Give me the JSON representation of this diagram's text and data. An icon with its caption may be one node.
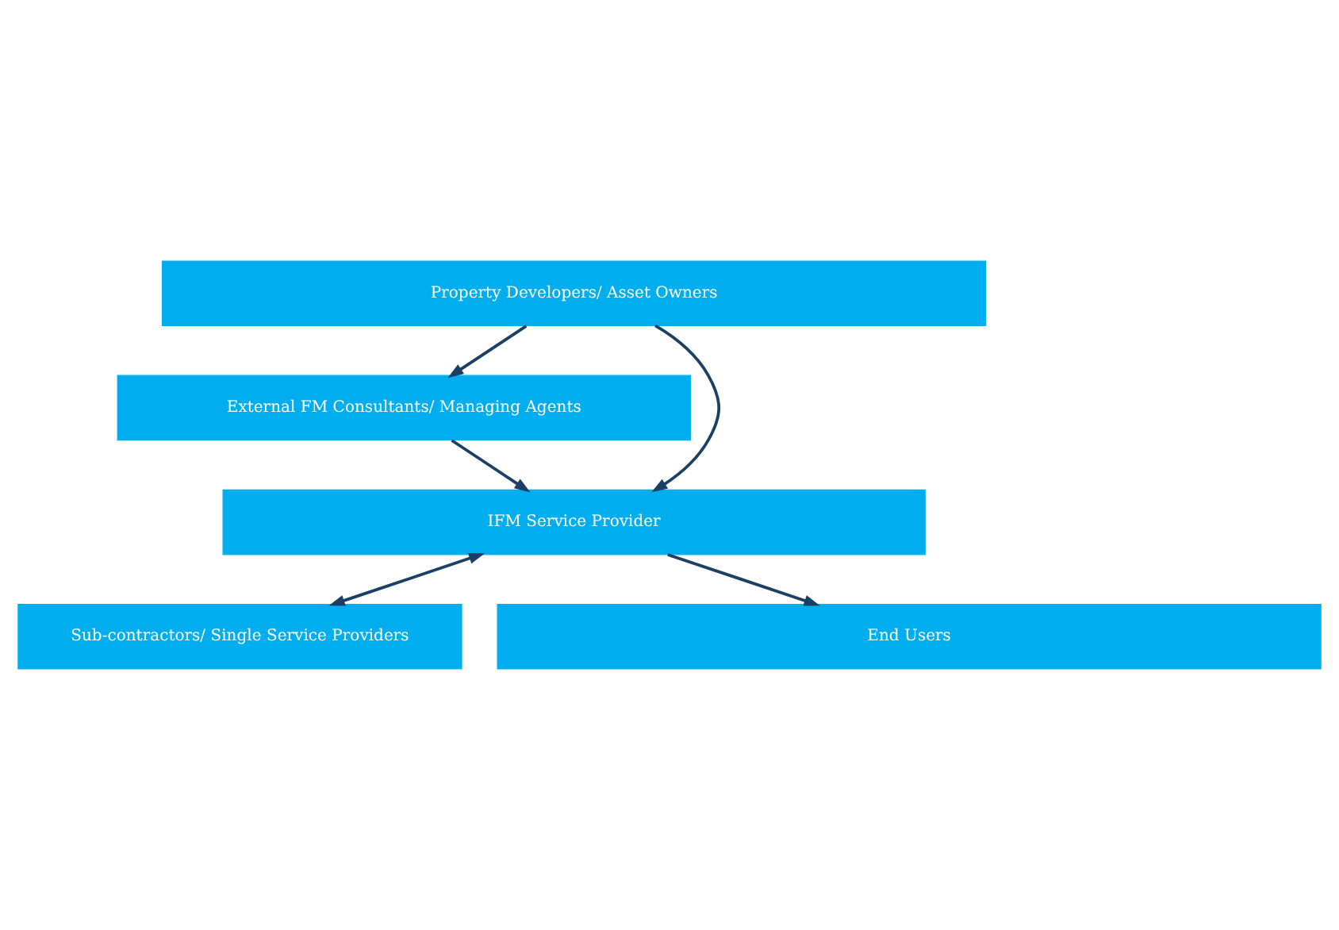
{
  "diagram": {
    "nodes": [
      {
        "text": [
          "Property Developers/ Asset Owners"
        ]
      },
      {
        "text": [
          "External FM Consultants/ Managing Agents"
        ]
      },
      {
        "text": [
          "IFM Service Provider"
        ]
      },
      {
        "text": [
          "Sub-contractors/ Single Service Providers"
        ]
      },
      {
        "text": [
          "End Users"
        ]
      }
    ],
    "edges": [
      {
        "from": 0,
        "to": 1,
        "arrow": "to"
      },
      {
        "from": 1,
        "to": 2,
        "arrow": "to"
      },
      {
        "from": 0,
        "to": 2,
        "arrow": "to"
      },
      {
        "from": 2,
        "to": 3,
        "arrow": "both"
      },
      {
        "from": 2,
        "to": 4,
        "arrow": "to"
      }
    ]
  }
}
